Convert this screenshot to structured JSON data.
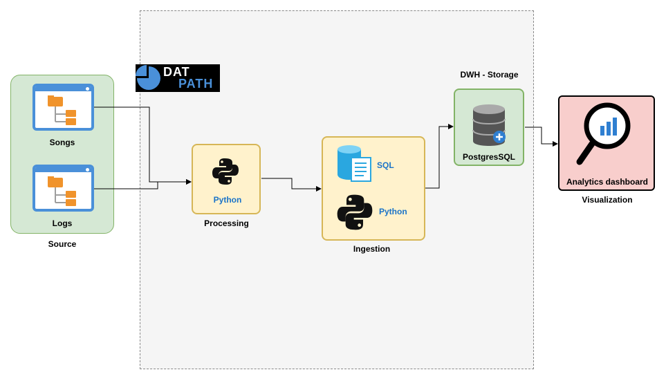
{
  "logo": {
    "line1": "DAT",
    "line2": "PATH"
  },
  "source": {
    "title": "Source",
    "songs_label": "Songs",
    "logs_label": "Logs"
  },
  "processing": {
    "title": "Processing",
    "tool_label": "Python"
  },
  "ingestion": {
    "title": "Ingestion",
    "sql_label": "SQL",
    "python_label": "Python"
  },
  "storage": {
    "title": "DWH - Storage",
    "db_label": "PostgresSQL"
  },
  "visualization": {
    "title": "Visualization",
    "dashboard_label": "Analytics dashboard"
  },
  "colors": {
    "source_fill": "#d5e8d4",
    "source_border": "#82b366",
    "zone_fill": "#f5f5f5",
    "stage_fill": "#fff2cc",
    "stage_border": "#d6b656",
    "viz_fill": "#f8cecc",
    "window_blue": "#4a90d9",
    "folder_orange": "#f0932b",
    "python_blue_text": "#1a73c8"
  },
  "icons": [
    "folder-tree-window-icon",
    "python-logo-icon",
    "sql-database-icon",
    "database-server-icon",
    "magnifier-chart-icon"
  ]
}
